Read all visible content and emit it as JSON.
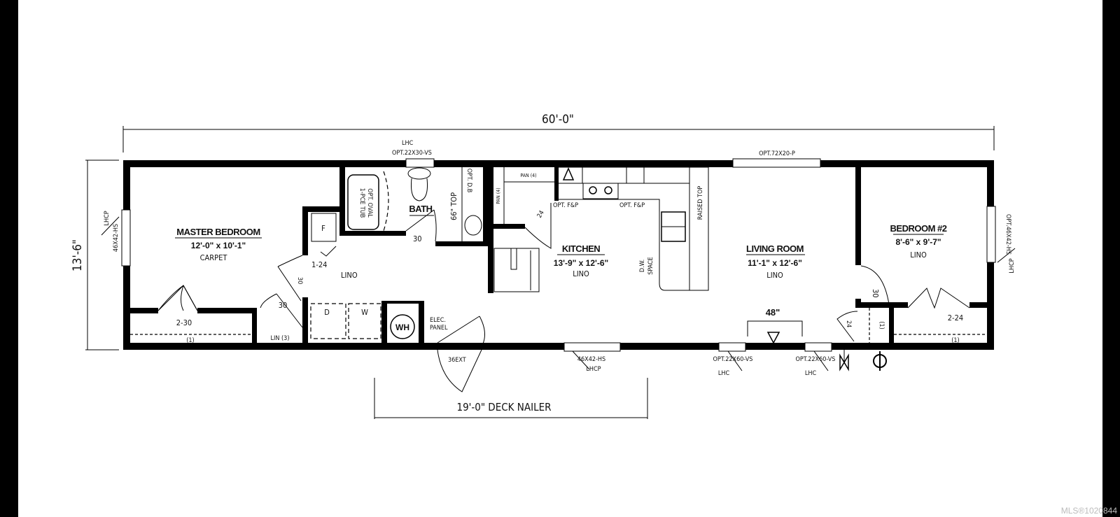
{
  "dimensions": {
    "overall_length": "60'-0\"",
    "overall_width": "13'-6\"",
    "deck": "19'-0\" DECK NAILER",
    "living_clearance": "48\""
  },
  "rooms": {
    "master": {
      "name": "MASTER BEDROOM",
      "size": "12'-0\" x 10'-1\"",
      "floor": "CARPET"
    },
    "bath": {
      "name": "BATH"
    },
    "kitchen": {
      "name": "KITCHEN",
      "size": "13'-9\" x 12'-6\"",
      "floor": "LINO"
    },
    "living": {
      "name": "LIVING ROOM",
      "size": "11'-1\" x 12'-6\"",
      "floor": "LINO"
    },
    "bedroom2": {
      "name": "BEDROOM #2",
      "size": "8'-6\" x 9'-7\"",
      "floor": "LINO"
    },
    "hall": {
      "floor": "LINO"
    }
  },
  "windows": {
    "master_left": {
      "size": "46X42-HS",
      "hand": "LHCP"
    },
    "bath_top": {
      "size": "OPT.22X30-VS",
      "hand": "LHC"
    },
    "living_top": {
      "size": "OPT.72X20-P"
    },
    "kitchen_bottom": {
      "size": "46X42-HS",
      "hand": "LHCP"
    },
    "living_bottom_1": {
      "size": "OPT.22X60-VS",
      "hand": "LHC"
    },
    "living_bottom_2": {
      "size": "OPT.22X60-VS",
      "hand": "LHC"
    },
    "bedroom2_right": {
      "size": "OPT.46X42-HS",
      "hand": "LHCP"
    }
  },
  "doors": {
    "master_closet": "2-30",
    "master_closet_shelf": "(1)",
    "master_door": "30",
    "linen_door": "30",
    "linen": "LIN (3)",
    "hall_door": "30",
    "furnace_door": "1-24",
    "bath_door": "30",
    "pantry_door": "24",
    "exterior": "36EXT",
    "bedroom2_door": "30",
    "bedroom2_closet": "2-24",
    "bedroom2_shelf": "(1)",
    "small_closet_door": "24",
    "small_closet_shelf": "(1)"
  },
  "fixtures": {
    "furnace": "F",
    "tub": "1-PCE TUB",
    "tub_opt": "OPT. OVAL",
    "vanity_top": "66\" TOP",
    "opt_db": "OPT. D.B",
    "dryer": "D",
    "washer": "W",
    "water_heater": "WH",
    "elec_panel_1": "ELEC.",
    "elec_panel_2": "PANEL",
    "pantry_top": "PAN (4)",
    "pantry_side": "PAN (4)",
    "opt_fp_1": "OPT. F&P",
    "opt_fp_2": "OPT. F&P",
    "dw_space_1": "D.W.",
    "dw_space_2": "SPACE",
    "raised_top": "RAISED TOP"
  },
  "watermark": "MLS®1020844"
}
